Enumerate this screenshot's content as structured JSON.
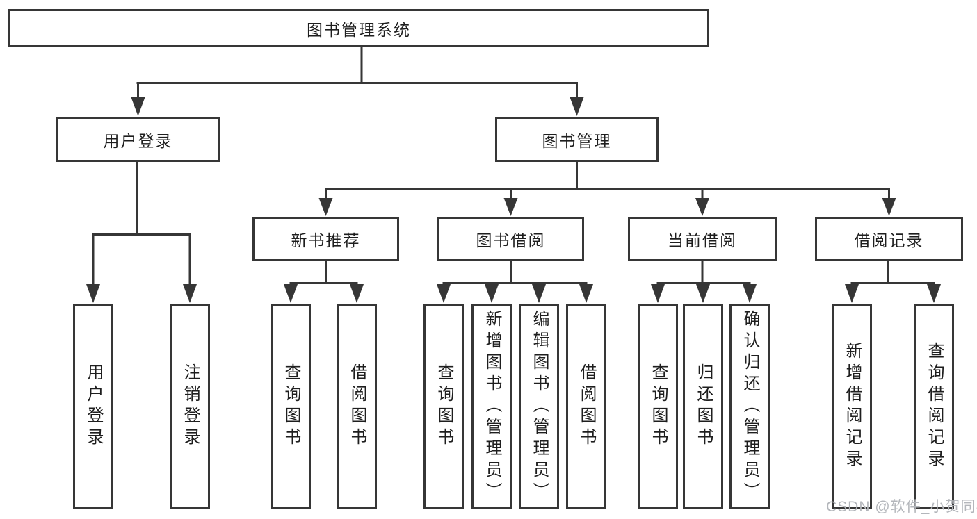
{
  "page": {
    "background": "#ffffff"
  },
  "colors": {
    "line": "#363636",
    "box_border": "#363636",
    "box_fill": "#ffffff",
    "text": "#1e1e1e",
    "watermark_text": "#b3b6bb"
  },
  "watermark": {
    "text": "CSDN @软件_小贺同学"
  },
  "diagram": {
    "type": "hierarchy-tree",
    "root": {
      "label": "图书管理系统",
      "children": [
        {
          "label": "用户登录",
          "children": [
            {
              "label": "用户登录"
            },
            {
              "label": "注销登录"
            }
          ]
        },
        {
          "label": "图书管理",
          "children": [
            {
              "label": "新书推荐",
              "children": [
                {
                  "label": "查询图书"
                },
                {
                  "label": "借阅图书"
                }
              ]
            },
            {
              "label": "图书借阅",
              "children": [
                {
                  "label": "查询图书"
                },
                {
                  "label": "新增图书（管理员）"
                },
                {
                  "label": "编辑图书（管理员）"
                },
                {
                  "label": "借阅图书"
                }
              ]
            },
            {
              "label": "当前借阅",
              "children": [
                {
                  "label": "查询图书"
                },
                {
                  "label": "归还图书"
                },
                {
                  "label": "确认归还（管理员）"
                }
              ]
            },
            {
              "label": "借阅记录",
              "children": [
                {
                  "label": "新增借阅记录"
                },
                {
                  "label": "查询借阅记录"
                }
              ]
            }
          ]
        }
      ]
    }
  }
}
